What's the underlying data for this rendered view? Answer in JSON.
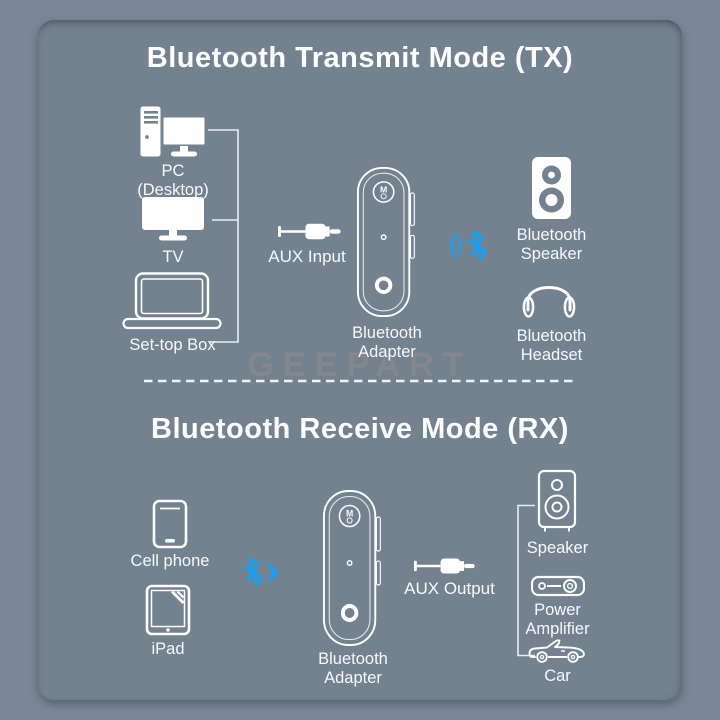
{
  "page": {
    "watermark": "GEEPART"
  },
  "colors": {
    "background": "#7b8796",
    "panel": "#74818f",
    "icon_white": "#ffffff",
    "bluetooth_blue": "#1aa0f0"
  },
  "tx_section": {
    "title": "Bluetooth Transmit Mode (TX)",
    "devices": [
      {
        "label": "PC",
        "sublabel": "(Desktop)"
      },
      {
        "label": "TV"
      },
      {
        "label": "Set-top Box"
      }
    ],
    "aux_label": "AUX Input",
    "adapter": {
      "line1": "Bluetooth",
      "line2": "Adapter"
    },
    "outputs": [
      {
        "line1": "Bluetooth",
        "line2": "Speaker"
      },
      {
        "line1": "Bluetooth",
        "line2": "Headset"
      }
    ]
  },
  "rx_section": {
    "title": "Bluetooth Receive Mode (RX)",
    "devices": [
      {
        "label": "Cell phone"
      },
      {
        "label": "iPad"
      }
    ],
    "aux_label": "AUX Output",
    "adapter": {
      "line1": "Bluetooth",
      "line2": "Adapter"
    },
    "outputs": [
      {
        "line1": "Speaker"
      },
      {
        "line1": "Power",
        "line2": "Amplifier"
      },
      {
        "line1": "Car"
      }
    ]
  }
}
